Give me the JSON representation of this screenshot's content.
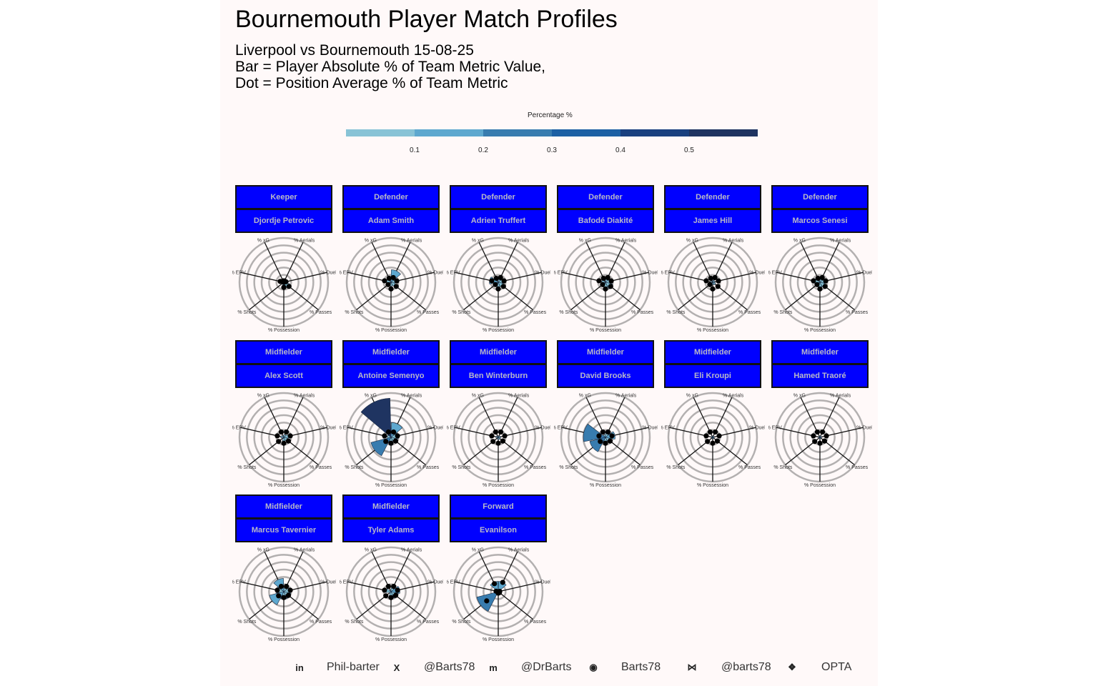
{
  "title": "Bournemouth Player Match Profiles",
  "subtitle_lines": [
    "Liverpool vs Bournemouth 15-08-25",
    "Bar = Player Absolute % of Team Metric Value,",
    "Dot = Position Average % of Team Metric"
  ],
  "footer": [
    {
      "icon": "linkedin-icon",
      "glyph": "in",
      "text": "Phil-barter"
    },
    {
      "icon": "x-twitter-icon",
      "glyph": "X",
      "text": "@Barts78"
    },
    {
      "icon": "mastodon-icon",
      "glyph": "m",
      "text": "@DrBarts"
    },
    {
      "icon": "github-icon",
      "glyph": "◉",
      "text": "Barts78"
    },
    {
      "icon": "bluesky-butterfly-icon",
      "glyph": "⋈",
      "text": "@barts78"
    },
    {
      "icon": "dropbox-icon",
      "glyph": "❖",
      "text": "OPTA"
    }
  ],
  "chart_data": {
    "type": "polar-bar-small-multiples",
    "legend": {
      "title": "Percentage %",
      "ticks": [
        "0.1",
        "0.2",
        "0.3",
        "0.4",
        "0.5"
      ],
      "range": [
        0,
        0.6
      ],
      "bins": [
        0.1,
        0.2,
        0.3,
        0.4,
        0.5,
        0.6
      ],
      "colors": [
        "#88c3d6",
        "#5ea8cf",
        "#387caf",
        "#1c60a4",
        "#19407f",
        "#1f3461"
      ]
    },
    "radial_range": [
      0,
      0.6
    ],
    "metrics": [
      "% xG",
      "% Aerials",
      "% Duels",
      "% Passes",
      "% Possession",
      "% Shots",
      "% EPV"
    ],
    "header_color": "#0000ff",
    "players": [
      {
        "position": "Keeper",
        "name": "Djordje Petrovic",
        "values": [
          0.01,
          0.01,
          0.02,
          0.08,
          0.06,
          0.0,
          0.04
        ],
        "avg": [
          0.02,
          0.02,
          0.03,
          0.09,
          0.07,
          0.0,
          0.05
        ]
      },
      {
        "position": "Defender",
        "name": "Adam Smith",
        "values": [
          0.02,
          0.17,
          0.05,
          0.06,
          0.05,
          0.01,
          0.06
        ],
        "avg": [
          0.06,
          0.07,
          0.08,
          0.09,
          0.09,
          0.05,
          0.09
        ]
      },
      {
        "position": "Defender",
        "name": "Adrien Truffert",
        "values": [
          0.02,
          0.04,
          0.06,
          0.07,
          0.06,
          0.02,
          0.12
        ],
        "avg": [
          0.06,
          0.07,
          0.08,
          0.09,
          0.09,
          0.05,
          0.09
        ]
      },
      {
        "position": "Defender",
        "name": "Bafodé Diakité",
        "values": [
          0.01,
          0.05,
          0.07,
          0.1,
          0.07,
          0.02,
          0.05
        ],
        "avg": [
          0.06,
          0.07,
          0.08,
          0.09,
          0.09,
          0.05,
          0.09
        ]
      },
      {
        "position": "Defender",
        "name": "James Hill",
        "values": [
          0.01,
          0.03,
          0.03,
          0.04,
          0.03,
          0.01,
          0.03
        ],
        "avg": [
          0.06,
          0.07,
          0.08,
          0.09,
          0.09,
          0.05,
          0.09
        ]
      },
      {
        "position": "Defender",
        "name": "Marcos Senesi",
        "values": [
          0.02,
          0.05,
          0.06,
          0.07,
          0.07,
          0.02,
          0.08
        ],
        "avg": [
          0.06,
          0.07,
          0.08,
          0.09,
          0.09,
          0.05,
          0.09
        ]
      },
      {
        "position": "Midfielder",
        "name": "Alex Scott",
        "values": [
          0.02,
          0.04,
          0.06,
          0.05,
          0.05,
          0.02,
          0.04
        ],
        "avg": [
          0.08,
          0.08,
          0.09,
          0.08,
          0.08,
          0.09,
          0.09
        ]
      },
      {
        "position": "Midfielder",
        "name": "Antoine Semenyo",
        "values": [
          0.53,
          0.2,
          0.1,
          0.05,
          0.06,
          0.28,
          0.05
        ],
        "avg": [
          0.08,
          0.08,
          0.09,
          0.08,
          0.08,
          0.09,
          0.09
        ]
      },
      {
        "position": "Midfielder",
        "name": "Ben Winterburn",
        "values": [
          0.01,
          0.02,
          0.03,
          0.03,
          0.03,
          0.01,
          0.03
        ],
        "avg": [
          0.08,
          0.08,
          0.09,
          0.08,
          0.08,
          0.09,
          0.09
        ]
      },
      {
        "position": "Midfielder",
        "name": "David Brooks",
        "values": [
          0.04,
          0.08,
          0.13,
          0.06,
          0.06,
          0.22,
          0.3
        ],
        "avg": [
          0.08,
          0.08,
          0.09,
          0.08,
          0.08,
          0.09,
          0.09
        ]
      },
      {
        "position": "Midfielder",
        "name": "Eli Kroupi",
        "values": [
          0.01,
          0.02,
          0.02,
          0.02,
          0.02,
          0.01,
          0.02
        ],
        "avg": [
          0.08,
          0.08,
          0.09,
          0.08,
          0.08,
          0.09,
          0.09
        ]
      },
      {
        "position": "Midfielder",
        "name": "Hamed Traoré",
        "values": [
          0.01,
          0.02,
          0.02,
          0.02,
          0.02,
          0.01,
          0.02
        ],
        "avg": [
          0.08,
          0.08,
          0.09,
          0.08,
          0.08,
          0.09,
          0.09
        ]
      },
      {
        "position": "Midfielder",
        "name": "Marcus Tavernier",
        "values": [
          0.18,
          0.05,
          0.09,
          0.1,
          0.1,
          0.2,
          0.1
        ],
        "avg": [
          0.08,
          0.08,
          0.09,
          0.08,
          0.08,
          0.09,
          0.09
        ]
      },
      {
        "position": "Midfielder",
        "name": "Tyler Adams",
        "values": [
          0.02,
          0.05,
          0.12,
          0.1,
          0.09,
          0.03,
          0.07
        ],
        "avg": [
          0.08,
          0.08,
          0.09,
          0.08,
          0.08,
          0.09,
          0.09
        ]
      },
      {
        "position": "Forward",
        "name": "Evanilson",
        "values": [
          0.14,
          0.14,
          0.03,
          0.02,
          0.03,
          0.3,
          0.04
        ],
        "avg": [
          0.12,
          0.14,
          0.02,
          0.02,
          0.02,
          0.2,
          0.03
        ]
      }
    ]
  }
}
